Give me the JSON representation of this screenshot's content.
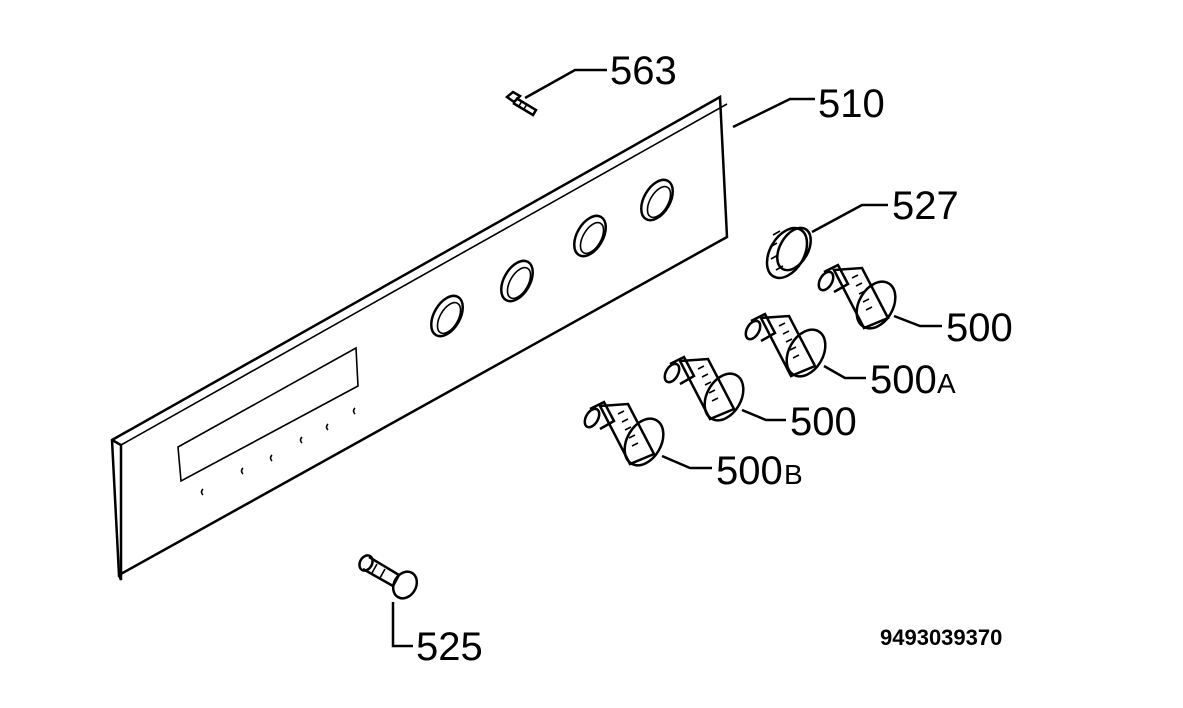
{
  "diagram": {
    "labels": {
      "p563": "563",
      "p510": "510",
      "p527": "527",
      "p500_top": "500",
      "p500a_num": "500",
      "p500a_suffix": "A",
      "p500_mid": "500",
      "p500b_num": "500",
      "p500b_suffix": "B",
      "p525": "525"
    },
    "document_number": "9493039370",
    "colors": {
      "line": "#000000",
      "background": "#ffffff"
    }
  }
}
